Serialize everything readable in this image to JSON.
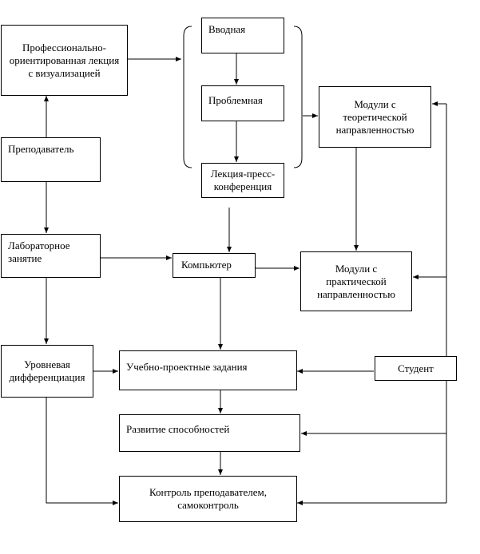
{
  "boxes": {
    "prof_lecture": "Профессионально-ориентированная лекция с визуализацией",
    "vvodnaya": "Вводная",
    "problemnaya": "Проблемная",
    "press": "Лекция-пресс-конференция",
    "teacher": "Преподаватель",
    "modules_theory": "Модули с теоретической направленностью",
    "lab": "Лабораторное занятие",
    "computer": "Компьютер",
    "modules_practice": "Модули с практической направленностью",
    "level_diff": "Уровневая дифференциация",
    "projects": "Учебно-проектные задания",
    "student": "Студент",
    "abilities": "Развитие способностей",
    "control": "Контроль преподавателем, самоконтроль"
  },
  "colors": {
    "stroke": "#000000",
    "background": "#ffffff"
  }
}
